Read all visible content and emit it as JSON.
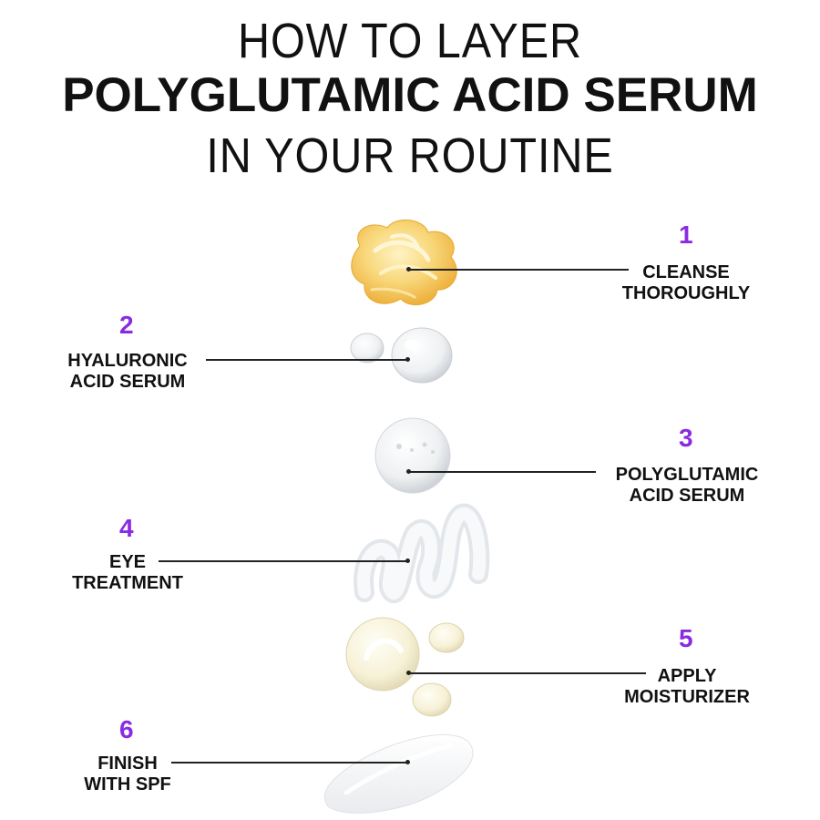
{
  "title": {
    "line1": "HOW TO LAYER",
    "line2": "POLYGLUTAMIC ACID SERUM",
    "line3": "IN YOUR ROUTINE"
  },
  "steps": [
    {
      "number": "1",
      "line1": "CLEANSE",
      "line2": "THOROUGHLY"
    },
    {
      "number": "2",
      "line1": "HYALURONIC",
      "line2": "ACID SERUM"
    },
    {
      "number": "3",
      "line1": "POLYGLUTAMIC",
      "line2": "ACID SERUM"
    },
    {
      "number": "4",
      "line1": "EYE",
      "line2": "TREATMENT"
    },
    {
      "number": "5",
      "line1": "APPLY",
      "line2": "MOISTURIZER"
    },
    {
      "number": "6",
      "line1": "FINISH",
      "line2": "WITH SPF"
    }
  ],
  "colors": {
    "accent": "#8a2be2",
    "text": "#111111",
    "cleanser": "#f6c760"
  }
}
